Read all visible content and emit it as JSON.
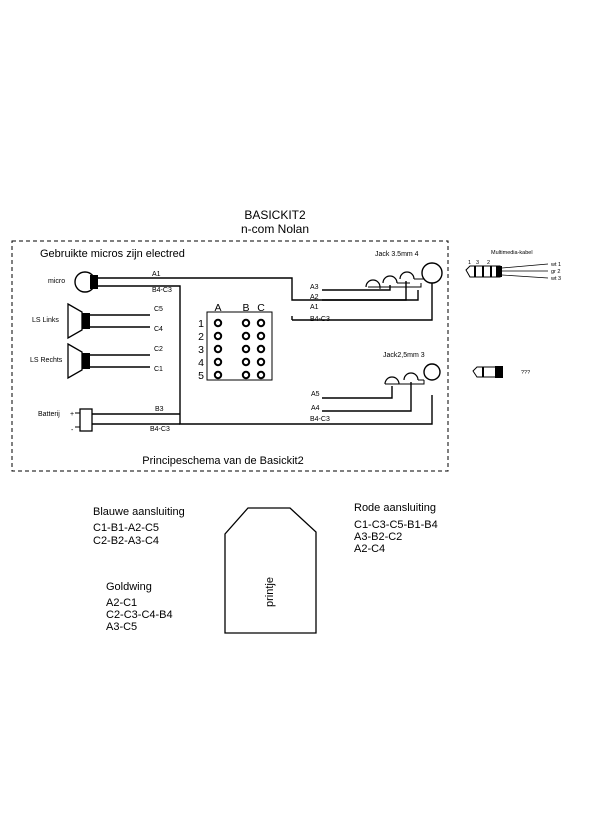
{
  "header": {
    "title": "BASICKIT2",
    "subtitle": "n-com Nolan"
  },
  "schematic": {
    "top_caption": "Gebruikte micros zijn electred",
    "bottom_caption": "Principeschema van de Basickit2",
    "components": {
      "micro": "micro",
      "ls_links": "LS Links",
      "ls_rechts": "LS Rechts",
      "battery": "Batterij",
      "battery_plus": "+",
      "battery_minus": "-"
    },
    "wire_labels": {
      "a1_left": "A1",
      "b4c3_top": "B4-C3",
      "c5": "C5",
      "c4": "C4",
      "c2": "C2",
      "c1": "C1",
      "b3": "B3",
      "b4c3_bottom": "B4-C3",
      "a3_jack": "A3",
      "a2_jack": "A2",
      "a1_jack": "A1",
      "b4c3_mid": "B4-C3",
      "a5_jack": "A5",
      "a4_jack": "A4",
      "b4c3_jack2": "B4-C3"
    },
    "jack_35": "Jack 3.5mm 4",
    "jack_25": "Jack2,5mm 3",
    "grid": {
      "columns": [
        "A",
        "B",
        "C"
      ],
      "rows": [
        "1",
        "2",
        "3",
        "4",
        "5"
      ]
    }
  },
  "multimedia": {
    "title": "Multimedia-kabel",
    "pin_numbers": [
      "1",
      "3",
      "2"
    ],
    "wires": [
      "wt 1",
      "gr 2",
      "wt 3"
    ],
    "unknown": "???"
  },
  "connections": {
    "blauwe": {
      "title": "Blauwe aansluiting",
      "lines": [
        "C1-B1-A2-C5",
        "C2-B2-A3-C4"
      ]
    },
    "goldwing": {
      "title": "Goldwing",
      "lines": [
        "A2-C1",
        "C2-C3-C4-B4",
        "A3-C5"
      ]
    },
    "rode": {
      "title": "Rode aansluiting",
      "lines": [
        "C1-C3-C5-B1-B4",
        "A3-B2-C2",
        "A2-C4"
      ]
    }
  },
  "board": {
    "label": "printje"
  }
}
